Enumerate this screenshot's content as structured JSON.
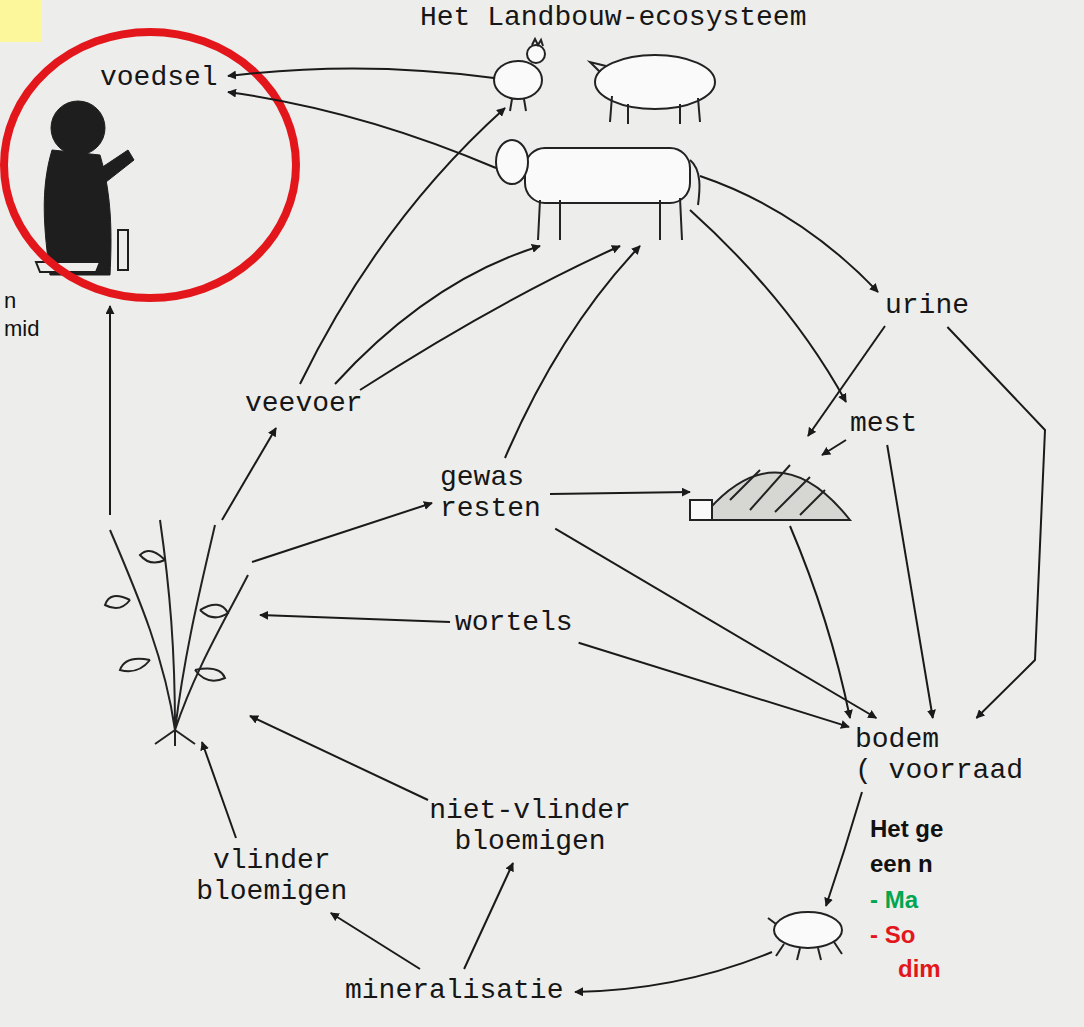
{
  "diagram": {
    "title": "Het Landbouw-ecosysteem",
    "nodes": [
      {
        "text": [
          "voedsel"
        ]
      },
      {
        "text": [
          "urine"
        ]
      },
      {
        "text": [
          "veevoer"
        ]
      },
      {
        "text": [
          "mest"
        ]
      },
      {
        "text": [
          "gewas resten"
        ]
      },
      {
        "text": [
          "wortels"
        ]
      },
      {
        "text": [
          "bodem",
          "( voorraad"
        ]
      },
      {
        "text": [
          "niet-vlinder bloemigen"
        ]
      },
      {
        "text": [
          "vlinder bloemigen"
        ]
      },
      {
        "text": [
          "mineralisatie"
        ]
      }
    ],
    "edges": [
      {
        "from": 4,
        "to": 6,
        "arrow": "to"
      },
      {
        "from": 5,
        "to": 6,
        "arrow": "to"
      },
      {
        "from": 3,
        "to": 6,
        "arrow": "to"
      },
      {
        "from": 1,
        "to": 6,
        "arrow": "to"
      },
      {
        "from": 9,
        "to": 8,
        "arrow": "to"
      },
      {
        "from": 9,
        "to": 7,
        "arrow": "to"
      }
    ],
    "labels": [
      "n",
      "mid",
      "Het ge",
      "een n",
      "- Ma",
      "- So",
      "dim"
    ]
  }
}
